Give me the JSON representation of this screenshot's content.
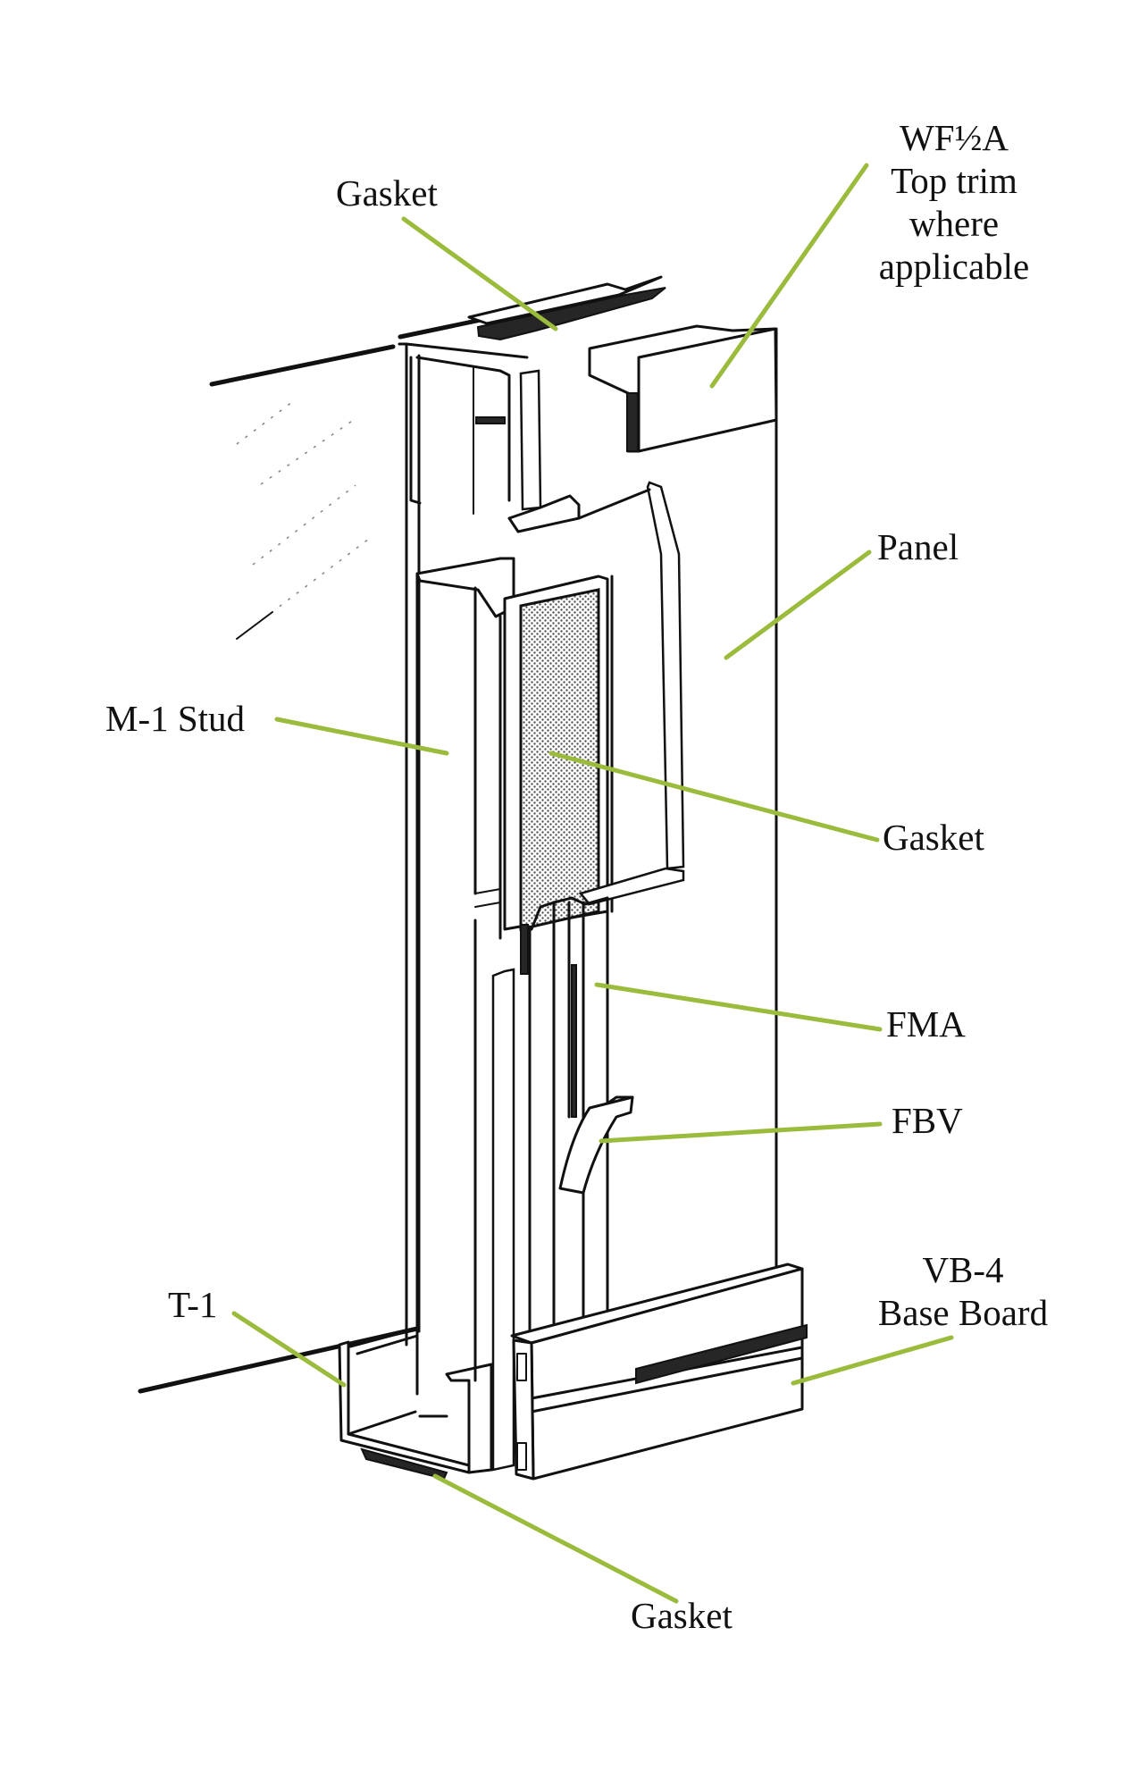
{
  "diagram": {
    "title": "Wall panel system cutaway",
    "leader_color": "#9bbb3c",
    "ink_color": "#111111",
    "labels": {
      "top_gasket": "Gasket",
      "top_trim": [
        "WF½A",
        "Top trim",
        "where",
        "applicable"
      ],
      "panel": "Panel",
      "stud": "M-1 Stud",
      "mid_gasket": "Gasket",
      "fma": "FMA",
      "fbv": "FBV",
      "base_board": [
        "VB-4",
        "Base Board"
      ],
      "track": "T-1",
      "bottom_gasket": "Gasket"
    }
  }
}
